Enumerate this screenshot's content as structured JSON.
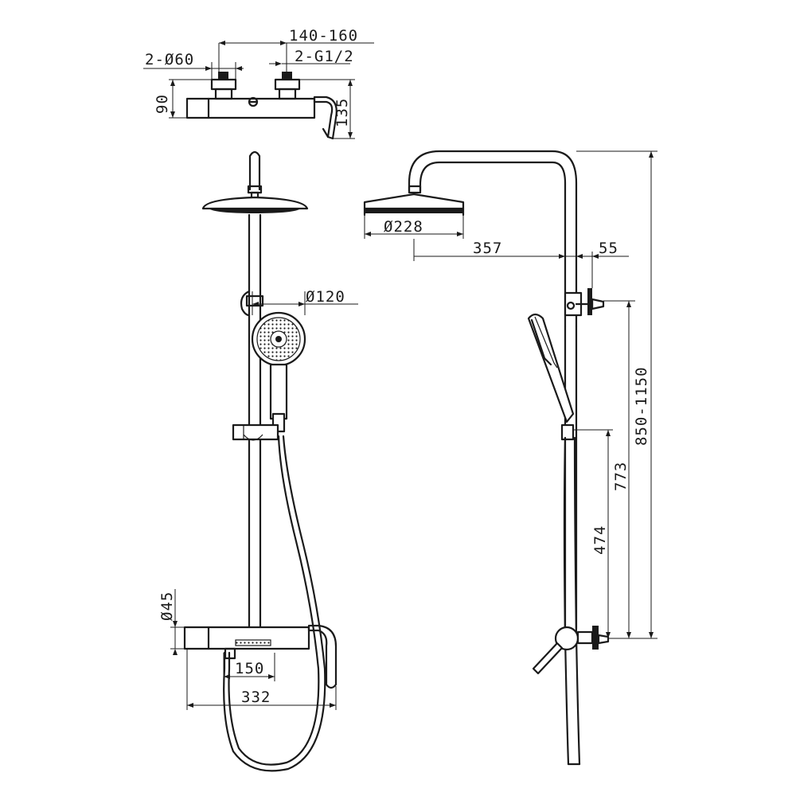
{
  "drawing": {
    "dimensions": {
      "inlet_spacing": "140-160",
      "inlet_diameter": "2-Ø60",
      "inlet_thread": "2-G1/2",
      "valve_height": "90",
      "valve_depth": "135",
      "rain_head_diameter": "Ø228",
      "arm_projection": "357",
      "wall_offset": "55",
      "hand_shower_diameter": "Ø120",
      "rail_height_adjustable": "850-1150",
      "holder_height": "773",
      "slider_height": "474",
      "valve_body_diameter": "Ø45",
      "spout_distance": "150",
      "valve_length": "332"
    }
  }
}
